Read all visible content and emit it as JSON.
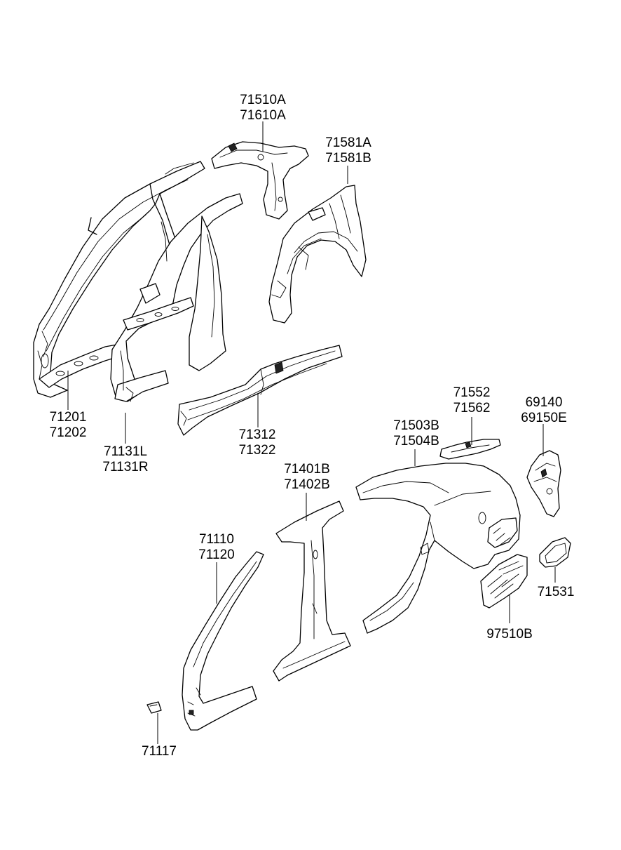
{
  "labels": {
    "p71510": [
      "71510A",
      "71610A"
    ],
    "p71581": [
      "71581A",
      "71581B"
    ],
    "p71201": [
      "71201",
      "71202"
    ],
    "p71131": [
      "71131L",
      "71131R"
    ],
    "p71312": [
      "71312",
      "71322"
    ],
    "p71552": [
      "71552",
      "71562"
    ],
    "p69140": [
      "69140",
      "69150E"
    ],
    "p71503": [
      "71503B",
      "71504B"
    ],
    "p71401": [
      "71401B",
      "71402B"
    ],
    "p71110": [
      "71110",
      "71120"
    ],
    "p71531": [
      "71531"
    ],
    "p97510": [
      "97510B"
    ],
    "p71117": [
      "71117"
    ]
  }
}
